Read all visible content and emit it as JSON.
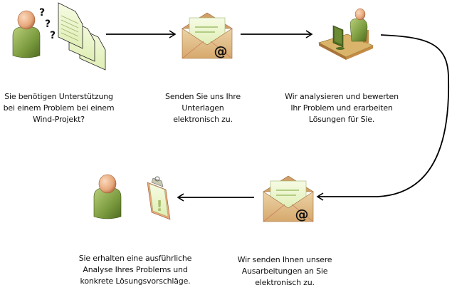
{
  "diagram": {
    "colors": {
      "person_green": "#7a9a3e",
      "person_head": "#e6a77a",
      "envelope": "#d9b27c",
      "paper": "#eef6cf",
      "desk": "#d9b46a",
      "arrow": "#000000"
    },
    "steps": [
      {
        "id": "step-1",
        "icon": "confused-person-documents-icon",
        "caption_lines": [
          "Sie benötigen Unterstützung",
          "bei einem Problem bei einem",
          "Wind-Projekt?"
        ]
      },
      {
        "id": "step-2",
        "icon": "email-envelope-icon",
        "caption_lines": [
          "Senden Sie uns Ihre",
          "Unterlagen",
          "elektronisch zu."
        ]
      },
      {
        "id": "step-3",
        "icon": "person-at-computer-icon",
        "caption_lines": [
          "Wir analysieren und bewerten",
          "Ihr Problem und erarbeiten",
          "Lösungen für Sie."
        ]
      },
      {
        "id": "step-4",
        "icon": "email-envelope-icon",
        "caption_lines": [
          "Wir senden Ihnen unsere",
          "Ausarbeitungen an Sie",
          "elektronisch zu."
        ]
      },
      {
        "id": "step-5",
        "icon": "person-with-report-icon",
        "caption_lines": [
          "Sie erhalten eine ausführliche",
          "Analyse Ihres Problems und",
          "konkrete Lösungsvorschläge."
        ]
      }
    ],
    "question_marks": [
      "?",
      "?",
      "?"
    ],
    "at_sign": "@",
    "exclamation": "!"
  }
}
